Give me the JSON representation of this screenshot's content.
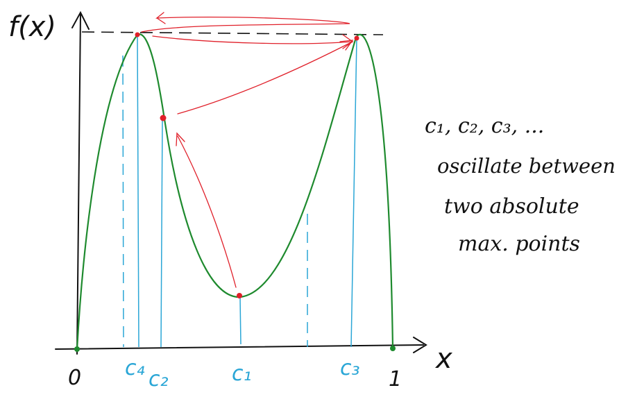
{
  "axis_labels": {
    "y": "f(x)",
    "x": "x"
  },
  "tick_labels": {
    "origin": "0",
    "one": "1"
  },
  "points": [
    {
      "label": "c₁",
      "x": 0.48
    },
    {
      "label": "c₂",
      "x": 0.26
    },
    {
      "label": "c₃",
      "x": 0.88
    },
    {
      "label": "c₄",
      "x": 0.19
    }
  ],
  "note": {
    "line1": "c₁, c₂, c₃, ...",
    "line2": "oscillate between",
    "line3": "two absolute",
    "line4": "max. points"
  },
  "colors": {
    "curve": "#1e8a2e",
    "guides": "#2aa6d6",
    "arrows": "#e0202a",
    "ink": "#111111"
  }
}
